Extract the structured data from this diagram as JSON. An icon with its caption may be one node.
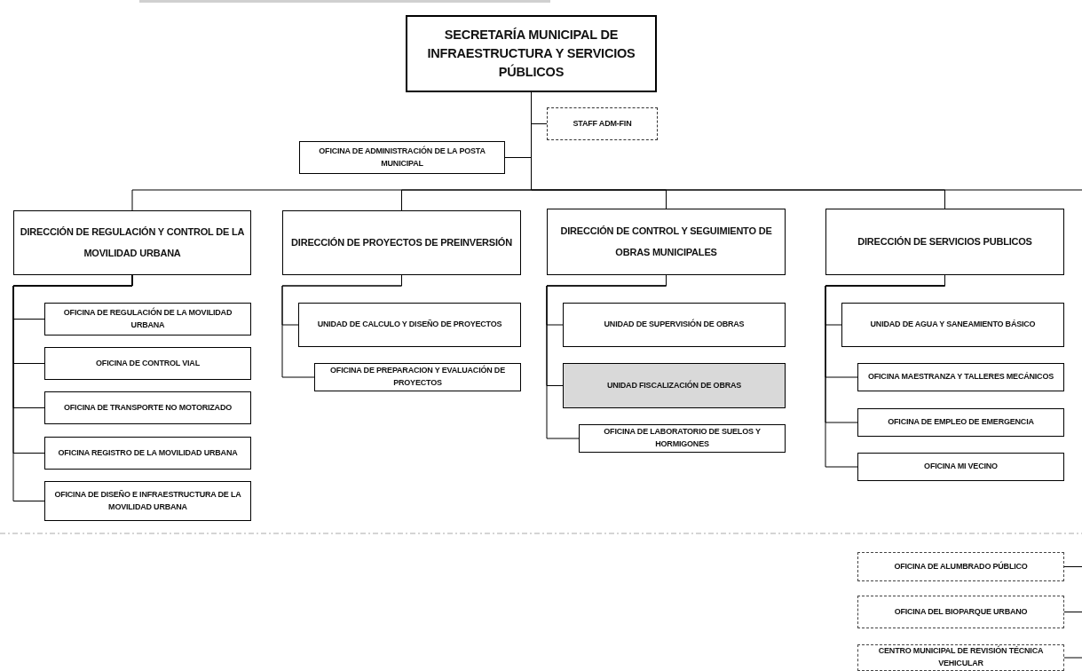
{
  "diagram": {
    "nodes": [
      {
        "text": [
          "SECRETARÍA MUNICIPAL DE INFRAESTRUCTURA Y SERVICIOS PÚBLICOS"
        ]
      },
      {
        "text": [
          "STAFF ADM-FIN"
        ]
      },
      {
        "text": [
          "OFICINA DE ADMINISTRACIÓN DE LA POSTA MUNICIPAL"
        ]
      },
      {
        "text": [
          "DIRECCIÓN DE REGULACIÓN Y CONTROL DE LA MOVILIDAD URBANA"
        ]
      },
      {
        "text": [
          "DIRECCIÓN DE PROYECTOS DE PREINVERSIÓN"
        ]
      },
      {
        "text": [
          "DIRECCIÓN DE CONTROL Y SEGUIMIENTO DE OBRAS MUNICIPALES"
        ]
      },
      {
        "text": [
          "DIRECCIÓN DE SERVICIOS PUBLICOS"
        ]
      },
      {
        "text": [
          "OFICINA DE REGULACIÓN DE LA MOVILIDAD URBANA"
        ]
      },
      {
        "text": [
          "OFICINA DE CONTROL VIAL"
        ]
      },
      {
        "text": [
          "OFICINA DE TRANSPORTE NO MOTORIZADO"
        ]
      },
      {
        "text": [
          "OFICINA REGISTRO DE LA MOVILIDAD URBANA"
        ]
      },
      {
        "text": [
          "OFICINA DE DISEÑO E INFRAESTRUCTURA DE LA MOVILIDAD URBANA"
        ]
      },
      {
        "text": [
          "UNIDAD DE CALCULO Y DISEÑO DE PROYECTOS"
        ]
      },
      {
        "text": [
          "OFICINA DE PREPARACION Y EVALUACIÓN DE PROYECTOS"
        ]
      },
      {
        "text": [
          "UNIDAD DE SUPERVISIÓN DE OBRAS"
        ]
      },
      {
        "text": [
          "UNIDAD FISCALIZACIÓN DE OBRAS"
        ]
      },
      {
        "text": [
          "OFICINA DE LABORATORIO DE SUELOS Y HORMIGONES"
        ]
      },
      {
        "text": [
          "UNIDAD DE AGUA Y SANEAMIENTO BÁSICO"
        ]
      },
      {
        "text": [
          "OFICINA MAESTRANZA Y TALLERES MECÁNICOS"
        ]
      },
      {
        "text": [
          "OFICINA DE EMPLEO DE EMERGENCIA"
        ]
      },
      {
        "text": [
          "OFICINA MI VECINO"
        ]
      },
      {
        "text": [
          "OFICINA DE ALUMBRADO PÚBLICO"
        ]
      },
      {
        "text": [
          "OFICINA DEL BIOPARQUE URBANO"
        ]
      },
      {
        "text": [
          "CENTRO MUNICIPAL DE REVISIÓN TÉCNICA VEHICULAR"
        ]
      }
    ],
    "edges": [
      {
        "from": 0,
        "to": 1,
        "arrow": "none"
      },
      {
        "from": 0,
        "to": 2,
        "arrow": "none"
      },
      {
        "from": 0,
        "to": 3,
        "arrow": "none"
      },
      {
        "from": 0,
        "to": 4,
        "arrow": "none"
      },
      {
        "from": 0,
        "to": 5,
        "arrow": "none"
      },
      {
        "from": 0,
        "to": 6,
        "arrow": "none"
      },
      {
        "from": 0,
        "to": null,
        "arrow": "none"
      },
      {
        "from": 3,
        "to": 7,
        "arrow": "none"
      },
      {
        "from": 3,
        "to": 8,
        "arrow": "none"
      },
      {
        "from": 3,
        "to": 9,
        "arrow": "none"
      },
      {
        "from": 3,
        "to": 10,
        "arrow": "none"
      },
      {
        "from": 3,
        "to": 11,
        "arrow": "none"
      },
      {
        "from": 4,
        "to": 12,
        "arrow": "none"
      },
      {
        "from": 4,
        "to": 13,
        "arrow": "none"
      },
      {
        "from": 5,
        "to": 14,
        "arrow": "none"
      },
      {
        "from": 5,
        "to": 15,
        "arrow": "none"
      },
      {
        "from": 5,
        "to": 16,
        "arrow": "none"
      },
      {
        "from": 6,
        "to": 17,
        "arrow": "none"
      },
      {
        "from": 6,
        "to": 18,
        "arrow": "none"
      },
      {
        "from": 6,
        "to": 19,
        "arrow": "none"
      },
      {
        "from": 6,
        "to": 20,
        "arrow": "none"
      },
      {
        "from": null,
        "to": 21,
        "arrow": "none"
      },
      {
        "from": null,
        "to": 22,
        "arrow": "none"
      },
      {
        "from": null,
        "to": 23,
        "arrow": "none"
      }
    ]
  }
}
